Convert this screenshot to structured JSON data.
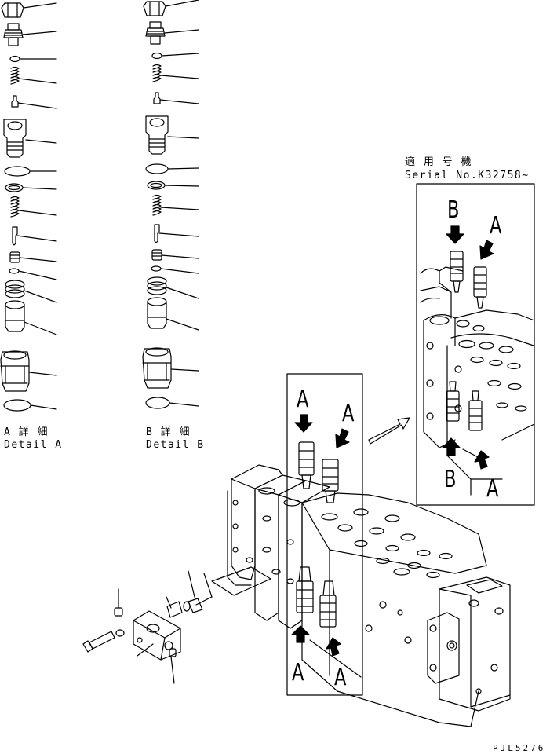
{
  "detail_a": {
    "jp": "A 詳 細",
    "en": "Detail A"
  },
  "detail_b": {
    "jp": "B 詳 細",
    "en": "Detail B"
  },
  "serial": {
    "jp": "適 用 号 機",
    "en": "Serial No.K32758~"
  },
  "callouts": {
    "inset_b": "B",
    "inset_a": "A",
    "inset_b2": "B",
    "inset_a2": "A",
    "main_a1": "A",
    "main_a2": "A",
    "main_a3": "A",
    "main_a4": "A"
  },
  "drawing_code": "PJL5276",
  "stroke_color": "#000000",
  "background_color": "#ffffff"
}
